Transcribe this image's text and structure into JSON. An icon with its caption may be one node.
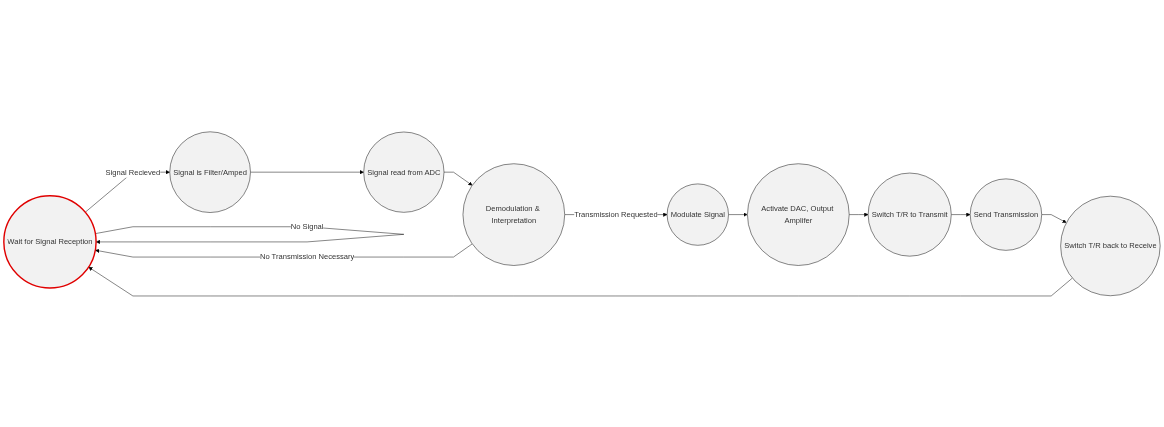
{
  "diagram": {
    "nodes": [
      {
        "text": [
          "Wait for Signal Reception"
        ]
      },
      {
        "text": [
          "Signal is Filter/Amped"
        ]
      },
      {
        "text": [
          "Signal read from ADC"
        ]
      },
      {
        "text": [
          "Demodulation & Interpretation"
        ]
      },
      {
        "text": [
          "Modulate Signal"
        ]
      },
      {
        "text": [
          "Activate DAC, Output Amplifer"
        ]
      },
      {
        "text": [
          "Switch T/R to Transmit"
        ]
      },
      {
        "text": [
          "Send Transmission"
        ]
      },
      {
        "text": [
          "Switch T/R back to Receive"
        ]
      }
    ],
    "edges": [
      {
        "from": 0,
        "to": 0,
        "arrow": "to",
        "label": "No Signal"
      },
      {
        "from": 0,
        "to": 1,
        "arrow": "to",
        "label": "Signal Recieved"
      },
      {
        "from": 1,
        "to": 2,
        "arrow": "to"
      },
      {
        "from": 2,
        "to": 3,
        "arrow": "to"
      },
      {
        "from": 3,
        "to": 0,
        "arrow": "to",
        "label": "No Transmission Necessary"
      },
      {
        "from": 3,
        "to": 4,
        "arrow": "to",
        "label": "Transmission Requested"
      },
      {
        "from": 4,
        "to": 5,
        "arrow": "to"
      },
      {
        "from": 5,
        "to": 6,
        "arrow": "to"
      },
      {
        "from": 6,
        "to": 7,
        "arrow": "to"
      },
      {
        "from": 7,
        "to": 8,
        "arrow": "to"
      },
      {
        "from": 8,
        "to": 0,
        "arrow": "to"
      }
    ]
  }
}
